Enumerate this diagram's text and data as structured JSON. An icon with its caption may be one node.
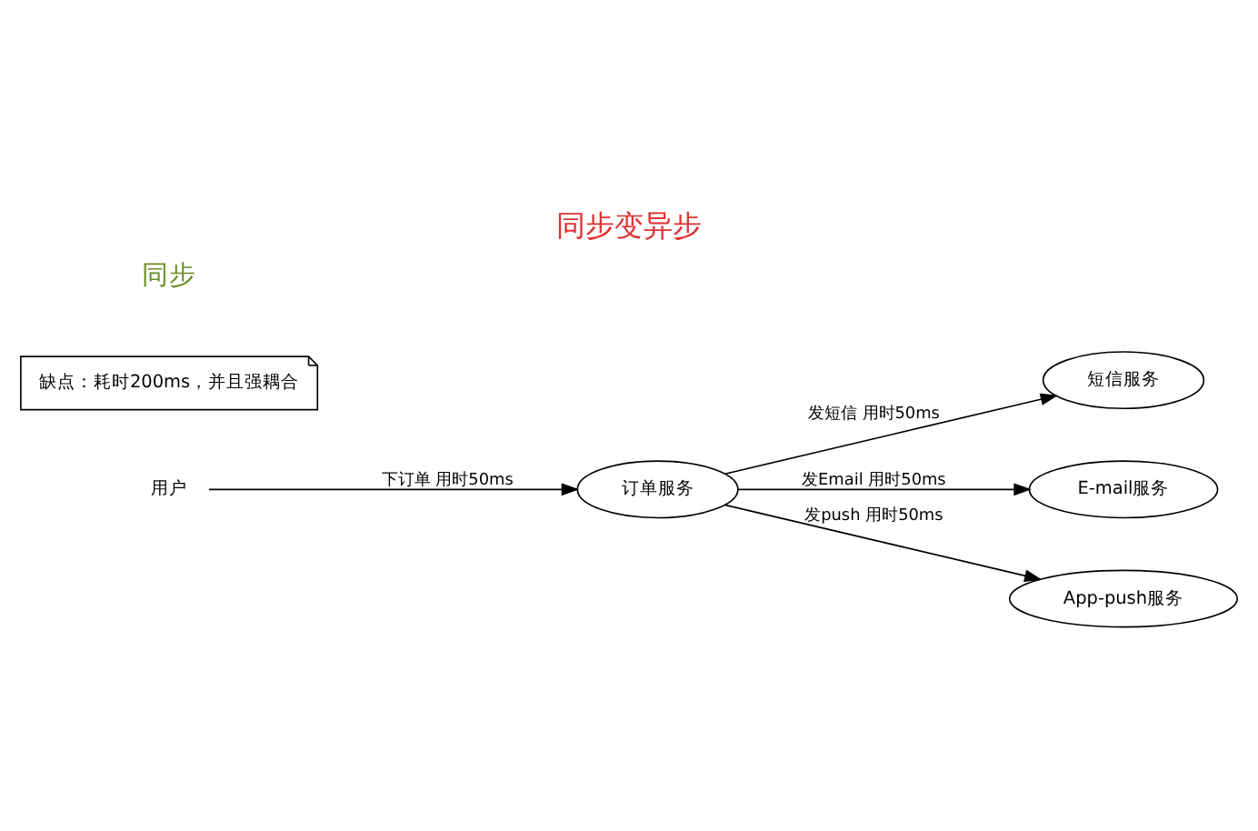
{
  "diagram": {
    "title": "同步变异步",
    "nodes": [
      {
        "text": [
          "用户"
        ]
      },
      {
        "text": [
          "订单服务"
        ]
      },
      {
        "text": [
          "短信服务"
        ]
      },
      {
        "text": [
          "E-mail服务"
        ]
      },
      {
        "text": [
          "App-push服务"
        ]
      },
      {
        "text": [
          "缺点：耗时200ms，并且强耦合"
        ]
      }
    ],
    "edges": [
      {
        "from": 0,
        "to": 1,
        "arrow": "to",
        "label": "下订单 用时50ms"
      },
      {
        "from": 1,
        "to": 2,
        "arrow": "to",
        "label": "发短信 用时50ms"
      },
      {
        "from": 1,
        "to": 3,
        "arrow": "to",
        "label": "发Email 用时50ms"
      },
      {
        "from": 1,
        "to": 4,
        "arrow": "to",
        "label": "发push 用时50ms"
      }
    ],
    "labels": [
      "同步"
    ]
  }
}
